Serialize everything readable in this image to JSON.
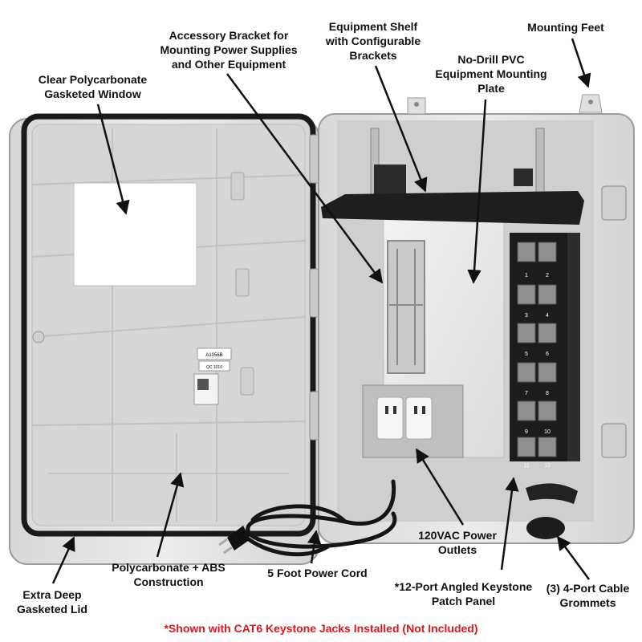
{
  "labels": {
    "accessory_bracket": [
      "Accessory Bracket for",
      "Mounting Power Supplies",
      "and Other Equipment"
    ],
    "equipment_shelf": [
      "Equipment Shelf",
      "with Configurable",
      "Brackets"
    ],
    "mounting_feet": [
      "Mounting Feet"
    ],
    "pvc_plate": [
      "No-Drill PVC",
      "Equipment Mounting",
      "Plate"
    ],
    "clear_window": [
      "Clear Polycarbonate",
      "Gasketed Window"
    ],
    "extra_deep_lid": [
      "Extra Deep",
      "Gasketed Lid"
    ],
    "construction": [
      "Polycarbonate + ABS",
      "Construction"
    ],
    "power_cord": [
      "5 Foot Power Cord"
    ],
    "power_outlets": [
      "120VAC Power",
      "Outlets"
    ],
    "patch_panel": [
      "*12-Port Angled Keystone",
      "Patch Panel"
    ],
    "grommets": [
      "(3) 4-Port Cable",
      "Grommets"
    ]
  },
  "stickers": {
    "model": "A1056B",
    "qc": "QC 1010"
  },
  "port_numbers": [
    "1",
    "2",
    "3",
    "4",
    "5",
    "6",
    "7",
    "8",
    "9",
    "10",
    "11",
    "12"
  ],
  "footnote": "*Shown with CAT6 Keystone Jacks Installed (Not Included)",
  "colors": {
    "accent_red": "#e0141b",
    "enclosure": "#e4e4e2",
    "panel": "#1c1c1c"
  }
}
